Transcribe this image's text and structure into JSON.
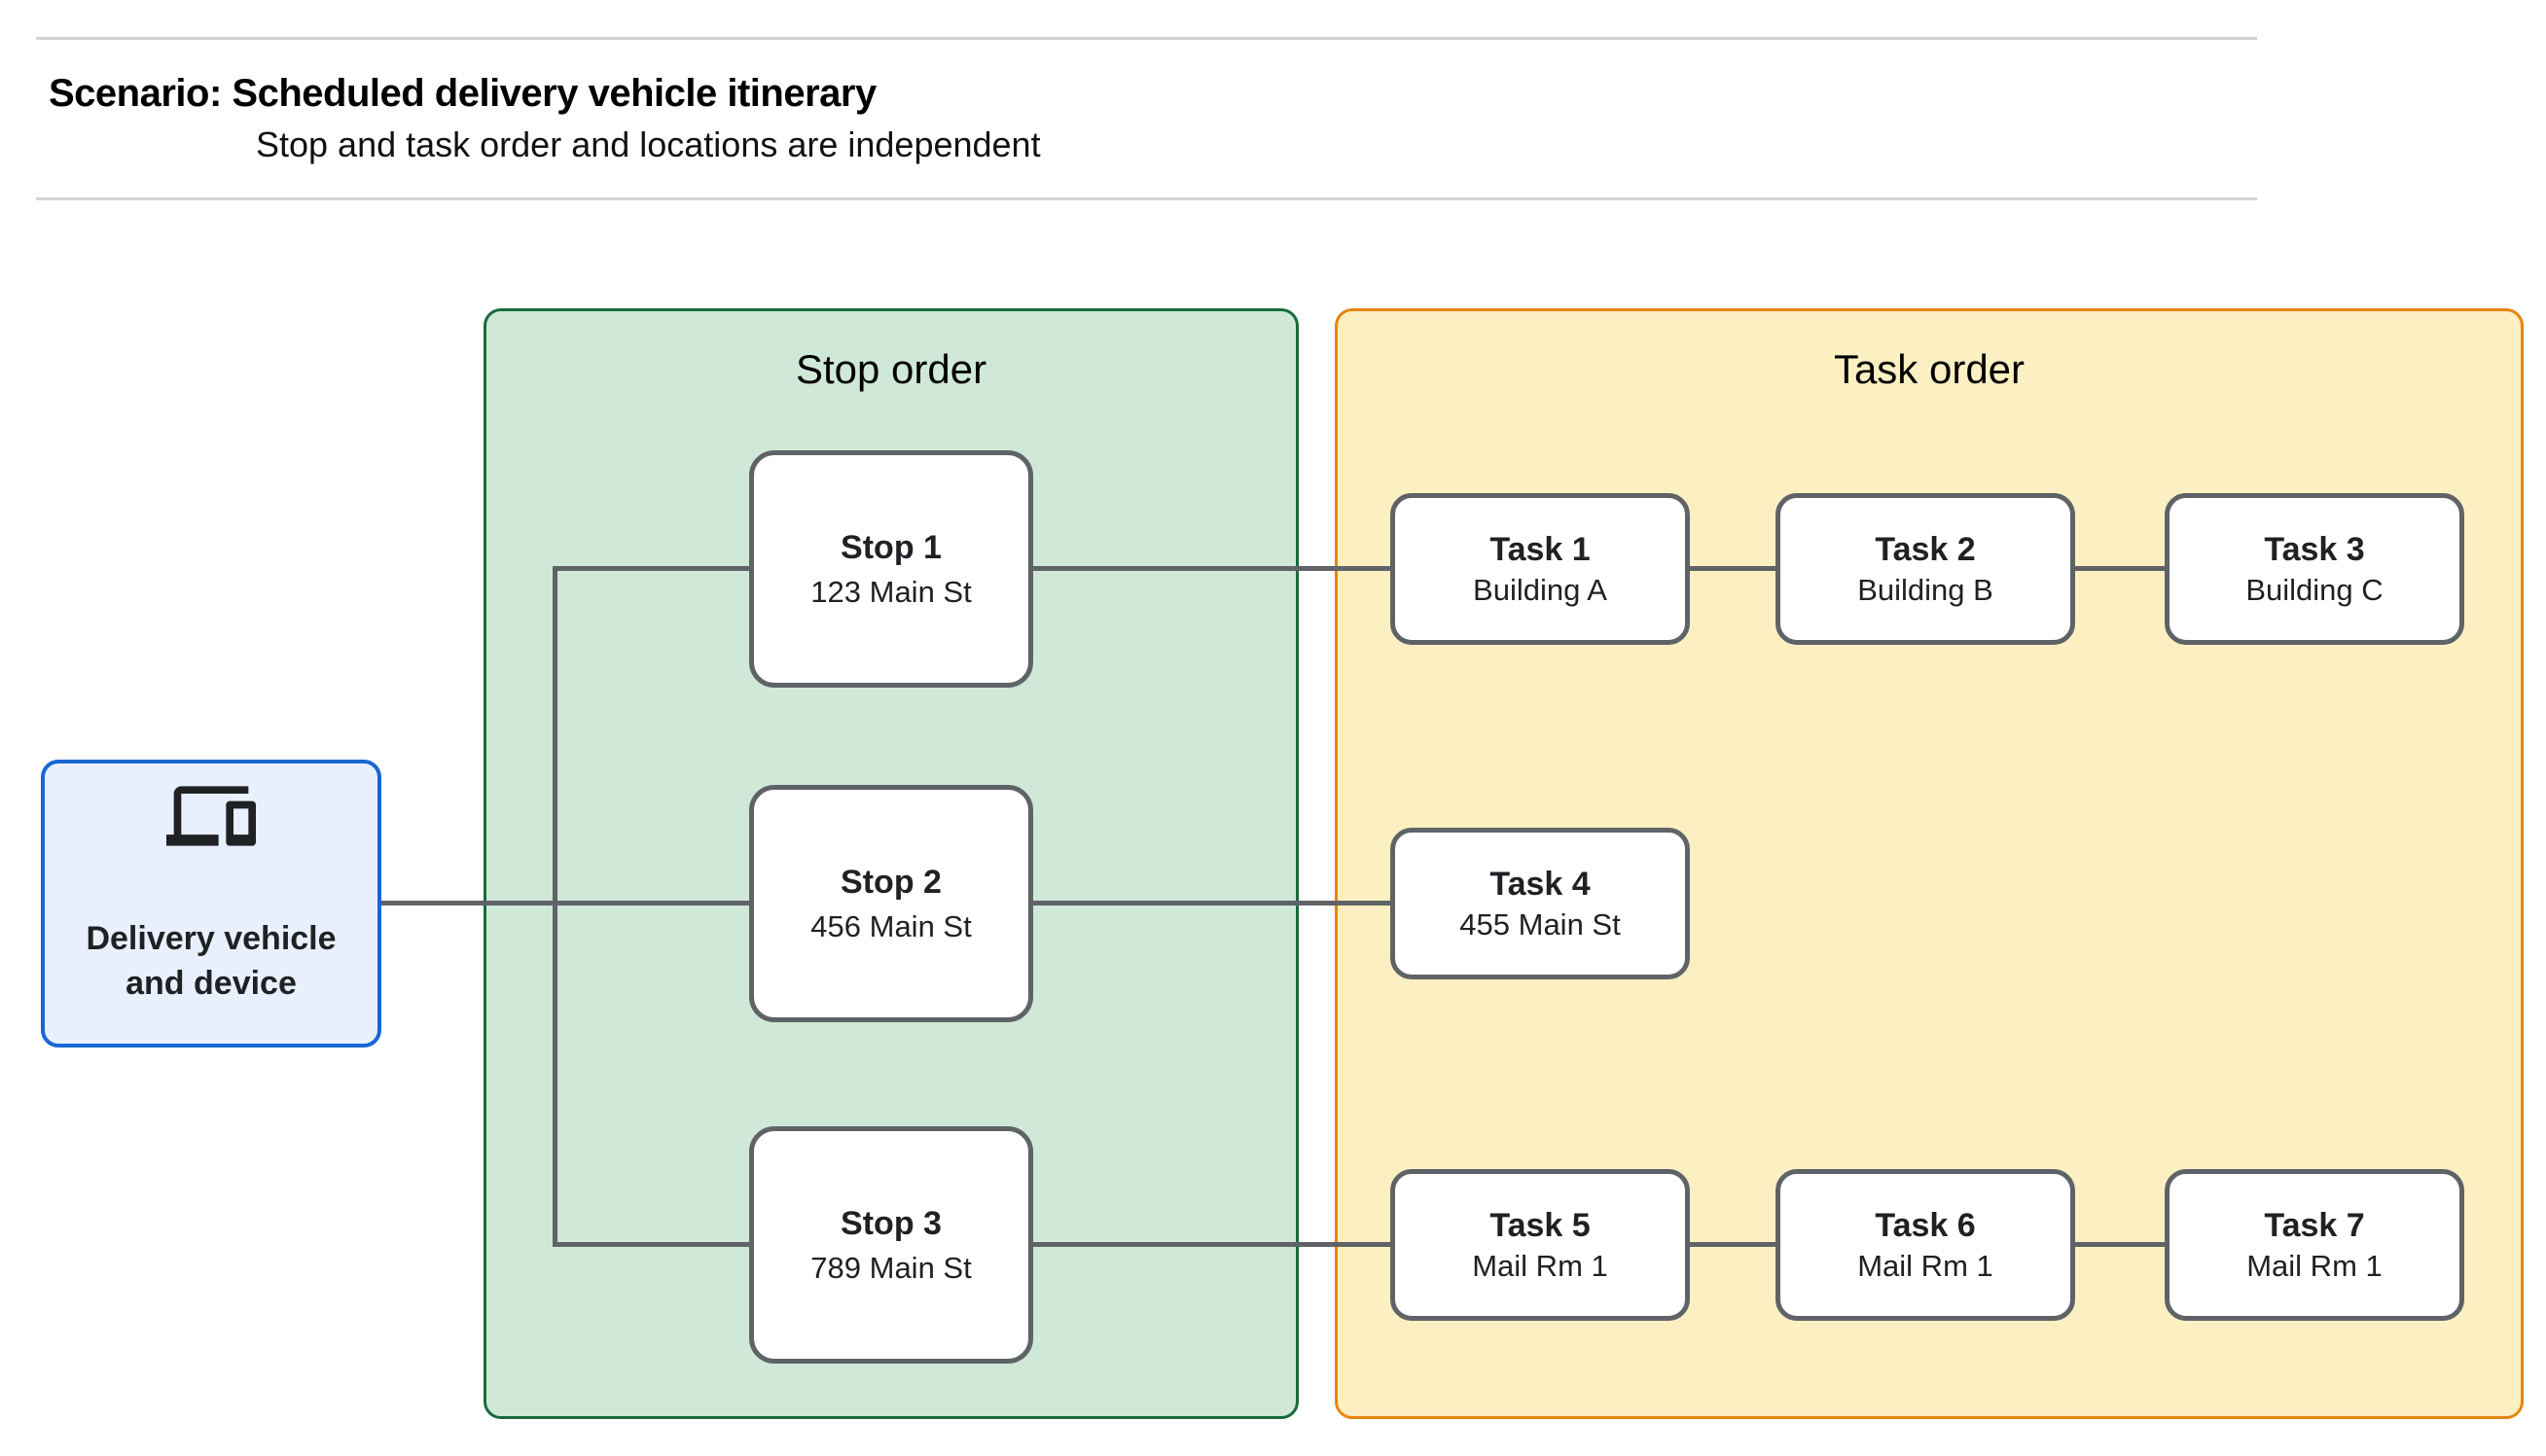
{
  "header": {
    "title": "Scenario: Scheduled delivery vehicle itinerary",
    "subtitle": "Stop and task order and locations are independent"
  },
  "vehicle_node": {
    "icon": "devices-icon",
    "label_line1": "Delivery vehicle",
    "label_line2": "and device",
    "fill": "#e8f0fe",
    "border": "#1967d2"
  },
  "stop_panel": {
    "title": "Stop order",
    "fill": "#cfe8d7",
    "border": "#176b3a"
  },
  "task_panel": {
    "title": "Task order",
    "fill": "#fcf0c2",
    "border": "#e8850e"
  },
  "stops": [
    {
      "title": "Stop 1",
      "location": "123 Main St"
    },
    {
      "title": "Stop 2",
      "location": "456 Main St"
    },
    {
      "title": "Stop 3",
      "location": "789 Main St"
    }
  ],
  "tasks": [
    {
      "title": "Task 1",
      "location": "Building A"
    },
    {
      "title": "Task 2",
      "location": "Building B"
    },
    {
      "title": "Task 3",
      "location": "Building C"
    },
    {
      "title": "Task 4",
      "location": "455 Main St"
    },
    {
      "title": "Task 5",
      "location": "Mail Rm 1"
    },
    {
      "title": "Task 6",
      "location": "Mail Rm 1"
    },
    {
      "title": "Task 7",
      "location": "Mail Rm 1"
    }
  ],
  "connector_color": "#5f6368",
  "node_border_color": "#5f6368",
  "divider_color": "#d3d3d3"
}
